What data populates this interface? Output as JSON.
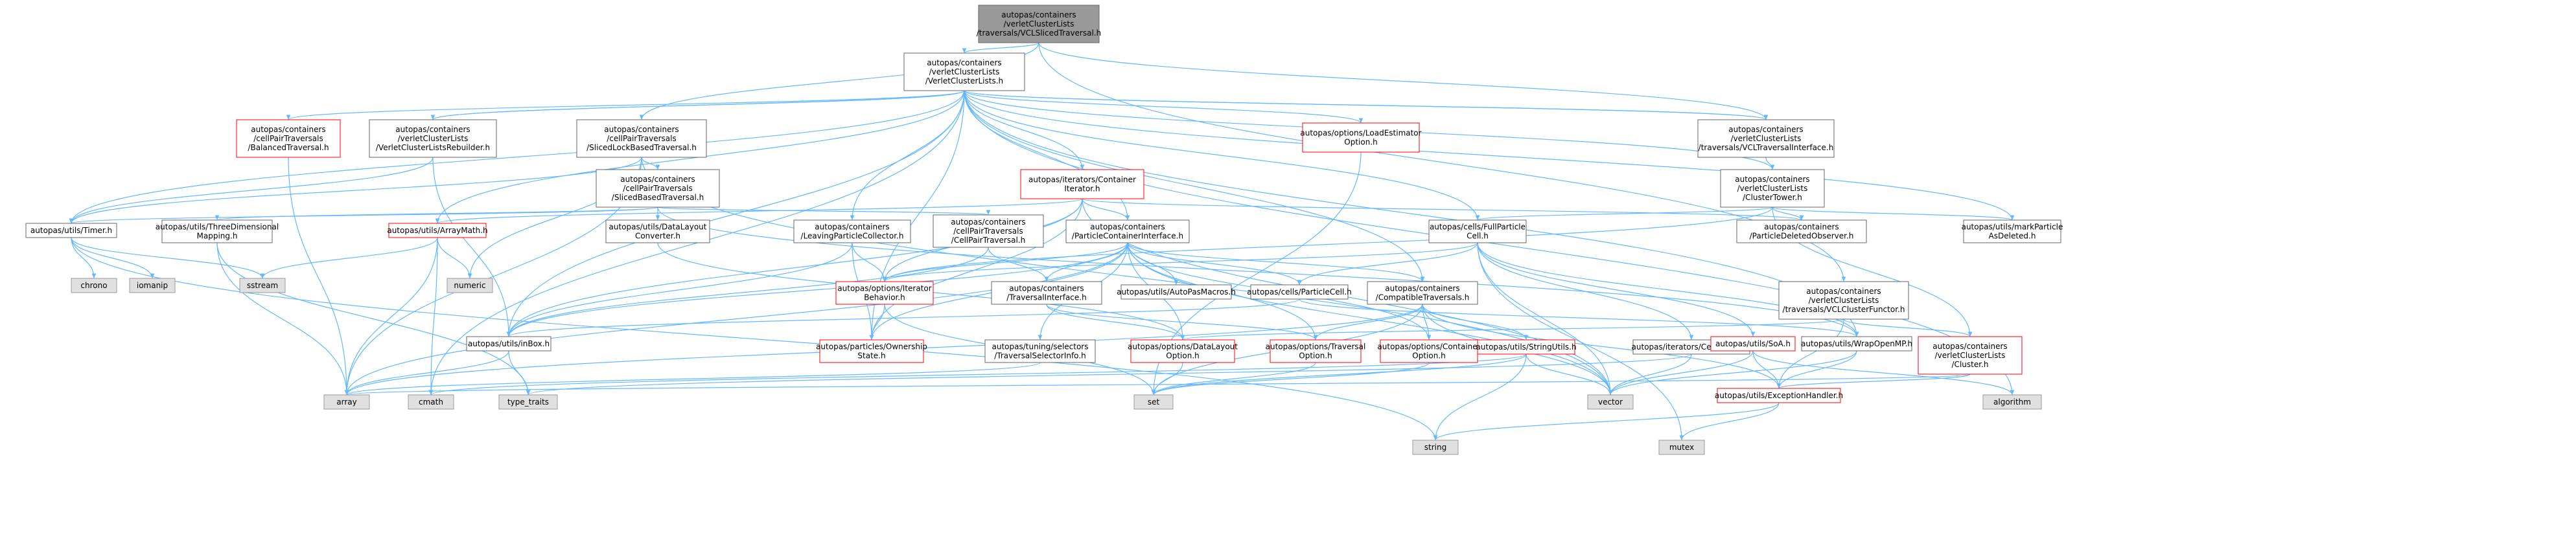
{
  "colors": {
    "edge": "#63b8ff",
    "normal_border": "#666666",
    "normal_fill": "#ffffff",
    "red_border": "#ff0000",
    "root_fill": "#999999",
    "system_fill": "#e0e0e0",
    "system_border": "#999999",
    "text": "#000000",
    "red_text": "#b22222"
  },
  "graph": {
    "root": "vcl_sliced",
    "nodes": [
      {
        "id": "vcl_sliced",
        "type": "root",
        "lines": [
          "autopas/containers",
          "/verletClusterLists",
          "/traversals/VCLSlicedTraversal.h"
        ]
      },
      {
        "id": "verlet_cluster_lists",
        "type": "normal",
        "lines": [
          "autopas/containers",
          "/verletClusterLists",
          "/VerletClusterLists.h"
        ]
      },
      {
        "id": "balanced_traversal",
        "type": "red",
        "lines": [
          "autopas/containers",
          "/cellPairTraversals",
          "/BalancedTraversal.h"
        ]
      },
      {
        "id": "vcl_rebuilder",
        "type": "normal",
        "lines": [
          "autopas/containers",
          "/verletClusterLists",
          "/VerletClusterListsRebuilder.h"
        ]
      },
      {
        "id": "sliced_lock_based",
        "type": "normal",
        "lines": [
          "autopas/containers",
          "/cellPairTraversals",
          "/SlicedLockBasedTraversal.h"
        ]
      },
      {
        "id": "load_estimator_option",
        "type": "red",
        "lines": [
          "autopas/options/LoadEstimator",
          "Option.h"
        ]
      },
      {
        "id": "vcl_traversal_interface",
        "type": "normal",
        "lines": [
          "autopas/containers",
          "/verletClusterLists",
          "/traversals/VCLTraversalInterface.h"
        ]
      },
      {
        "id": "sliced_based",
        "type": "normal",
        "lines": [
          "autopas/containers",
          "/cellPairTraversals",
          "/SlicedBasedTraversal.h"
        ]
      },
      {
        "id": "container_iterator",
        "type": "red",
        "lines": [
          "autopas/iterators/Container",
          "Iterator.h"
        ]
      },
      {
        "id": "cluster_tower",
        "type": "normal",
        "lines": [
          "autopas/containers",
          "/verletClusterLists",
          "/ClusterTower.h"
        ]
      },
      {
        "id": "timer",
        "type": "normal",
        "lines": [
          "autopas/utils/Timer.h"
        ]
      },
      {
        "id": "three_dim_mapping",
        "type": "normal",
        "lines": [
          "autopas/utils/ThreeDimensional",
          "Mapping.h"
        ]
      },
      {
        "id": "array_math",
        "type": "red",
        "lines": [
          "autopas/utils/ArrayMath.h"
        ]
      },
      {
        "id": "data_layout_converter",
        "type": "normal",
        "lines": [
          "autopas/utils/DataLayout",
          "Converter.h"
        ]
      },
      {
        "id": "leaving_particle_collector",
        "type": "normal",
        "lines": [
          "autopas/containers",
          "/LeavingParticleCollector.h"
        ]
      },
      {
        "id": "cell_pair_traversal",
        "type": "normal",
        "lines": [
          "autopas/containers",
          "/cellPairTraversals",
          "/CellPairTraversal.h"
        ]
      },
      {
        "id": "particle_container_interface",
        "type": "normal",
        "lines": [
          "autopas/containers",
          "/ParticleContainerInterface.h"
        ]
      },
      {
        "id": "full_particle_cell",
        "type": "normal",
        "lines": [
          "autopas/cells/FullParticle",
          "Cell.h"
        ]
      },
      {
        "id": "particle_deleted_observer",
        "type": "normal",
        "lines": [
          "autopas/containers",
          "/ParticleDeletedObserver.h"
        ]
      },
      {
        "id": "mark_particle_as_deleted",
        "type": "normal",
        "lines": [
          "autopas/utils/markParticle",
          "AsDeleted.h"
        ]
      },
      {
        "id": "iterator_behavior",
        "type": "red",
        "lines": [
          "autopas/options/Iterator",
          "Behavior.h"
        ]
      },
      {
        "id": "traversal_interface",
        "type": "normal",
        "lines": [
          "autopas/containers",
          "/TraversalInterface.h"
        ]
      },
      {
        "id": "autopas_macros",
        "type": "normal",
        "lines": [
          "autopas/utils/AutoPasMacros.h"
        ]
      },
      {
        "id": "particle_cell",
        "type": "normal",
        "lines": [
          "autopas/cells/ParticleCell.h"
        ]
      },
      {
        "id": "compatible_traversals",
        "type": "normal",
        "lines": [
          "autopas/containers",
          "/CompatibleTraversals.h"
        ]
      },
      {
        "id": "vcl_cluster_functor",
        "type": "normal",
        "lines": [
          "autopas/containers",
          "/verletClusterLists",
          "/traversals/VCLClusterFunctor.h"
        ]
      },
      {
        "id": "in_box",
        "type": "normal",
        "lines": [
          "autopas/utils/inBox.h"
        ]
      },
      {
        "id": "ownership_state",
        "type": "red",
        "lines": [
          "autopas/particles/Ownership",
          "State.h"
        ]
      },
      {
        "id": "traversal_selector_info",
        "type": "normal",
        "lines": [
          "autopas/tuning/selectors",
          "/TraversalSelectorInfo.h"
        ]
      },
      {
        "id": "data_layout_option",
        "type": "red",
        "lines": [
          "autopas/options/DataLayout",
          "Option.h"
        ]
      },
      {
        "id": "traversal_option",
        "type": "red",
        "lines": [
          "autopas/options/Traversal",
          "Option.h"
        ]
      },
      {
        "id": "container_option",
        "type": "red",
        "lines": [
          "autopas/options/Container",
          "Option.h"
        ]
      },
      {
        "id": "string_utils",
        "type": "red",
        "lines": [
          "autopas/utils/StringUtils.h"
        ]
      },
      {
        "id": "cell_iterator",
        "type": "normal",
        "lines": [
          "autopas/iterators/CellIterator.h"
        ]
      },
      {
        "id": "soa",
        "type": "red",
        "lines": [
          "autopas/utils/SoA.h"
        ]
      },
      {
        "id": "wrap_openmp",
        "type": "normal",
        "lines": [
          "autopas/utils/WrapOpenMP.h"
        ]
      },
      {
        "id": "cluster",
        "type": "red",
        "lines": [
          "autopas/containers",
          "/verletClusterLists",
          "/Cluster.h"
        ]
      },
      {
        "id": "exception_handler",
        "type": "red",
        "lines": [
          "autopas/utils/ExceptionHandler.h"
        ]
      },
      {
        "id": "chrono",
        "type": "system",
        "lines": [
          "chrono"
        ]
      },
      {
        "id": "iomanip",
        "type": "system",
        "lines": [
          "iomanip"
        ]
      },
      {
        "id": "sstream",
        "type": "system",
        "lines": [
          "sstream"
        ]
      },
      {
        "id": "numeric",
        "type": "system",
        "lines": [
          "numeric"
        ]
      },
      {
        "id": "array",
        "type": "system",
        "lines": [
          "array"
        ]
      },
      {
        "id": "cmath",
        "type": "system",
        "lines": [
          "cmath"
        ]
      },
      {
        "id": "type_traits",
        "type": "system",
        "lines": [
          "type_traits"
        ]
      },
      {
        "id": "set",
        "type": "system",
        "lines": [
          "set"
        ]
      },
      {
        "id": "vector",
        "type": "system",
        "lines": [
          "vector"
        ]
      },
      {
        "id": "algorithm",
        "type": "system",
        "lines": [
          "algorithm"
        ]
      },
      {
        "id": "string",
        "type": "system",
        "lines": [
          "string"
        ]
      },
      {
        "id": "mutex",
        "type": "system",
        "lines": [
          "mutex"
        ]
      }
    ],
    "edges": [
      [
        "vcl_sliced",
        "verlet_cluster_lists"
      ],
      [
        "vcl_sliced",
        "sliced_lock_based"
      ],
      [
        "vcl_sliced",
        "vcl_traversal_interface"
      ],
      [
        "vcl_sliced",
        "vcl_cluster_functor"
      ],
      [
        "verlet_cluster_lists",
        "balanced_traversal"
      ],
      [
        "verlet_cluster_lists",
        "vcl_rebuilder"
      ],
      [
        "verlet_cluster_lists",
        "load_estimator_option"
      ],
      [
        "verlet_cluster_lists",
        "vcl_traversal_interface"
      ],
      [
        "verlet_cluster_lists",
        "container_iterator"
      ],
      [
        "verlet_cluster_lists",
        "cluster_tower"
      ],
      [
        "verlet_cluster_lists",
        "timer"
      ],
      [
        "verlet_cluster_lists",
        "array_math"
      ],
      [
        "verlet_cluster_lists",
        "particle_container_interface"
      ],
      [
        "verlet_cluster_lists",
        "full_particle_cell"
      ],
      [
        "verlet_cluster_lists",
        "mark_particle_as_deleted"
      ],
      [
        "verlet_cluster_lists",
        "compatible_traversals"
      ],
      [
        "verlet_cluster_lists",
        "leaving_particle_collector"
      ],
      [
        "verlet_cluster_lists",
        "in_box"
      ],
      [
        "verlet_cluster_lists",
        "ownership_state"
      ],
      [
        "verlet_cluster_lists",
        "wrap_openmp"
      ],
      [
        "verlet_cluster_lists",
        "algorithm"
      ],
      [
        "verlet_cluster_lists",
        "cmath"
      ],
      [
        "balanced_traversal",
        "array"
      ],
      [
        "vcl_rebuilder",
        "timer"
      ],
      [
        "vcl_rebuilder",
        "in_box"
      ],
      [
        "vcl_rebuilder",
        "verlet_cluster_lists"
      ],
      [
        "sliced_lock_based",
        "sliced_based"
      ],
      [
        "sliced_lock_based",
        "timer"
      ],
      [
        "sliced_lock_based",
        "vector"
      ],
      [
        "sliced_lock_based",
        "numeric"
      ],
      [
        "sliced_lock_based",
        "array"
      ],
      [
        "load_estimator_option",
        "set"
      ],
      [
        "vcl_traversal_interface",
        "cluster_tower"
      ],
      [
        "vcl_traversal_interface",
        "verlet_cluster_lists"
      ],
      [
        "sliced_based",
        "cell_pair_traversal"
      ],
      [
        "sliced_based",
        "three_dim_mapping"
      ],
      [
        "sliced_based",
        "data_layout_converter"
      ],
      [
        "sliced_based",
        "timer"
      ],
      [
        "sliced_based",
        "wrap_openmp"
      ],
      [
        "container_iterator",
        "particle_container_interface"
      ],
      [
        "container_iterator",
        "array_math"
      ],
      [
        "container_iterator",
        "iterator_behavior"
      ],
      [
        "container_iterator",
        "in_box"
      ],
      [
        "container_iterator",
        "ownership_state"
      ],
      [
        "container_iterator",
        "vector"
      ],
      [
        "container_iterator",
        "particle_deleted_observer"
      ],
      [
        "cluster_tower",
        "full_particle_cell"
      ],
      [
        "cluster_tower",
        "cluster"
      ],
      [
        "cluster_tower",
        "particle_deleted_observer"
      ],
      [
        "cluster_tower",
        "mark_particle_as_deleted"
      ],
      [
        "cluster_tower",
        "iterator_behavior"
      ],
      [
        "timer",
        "chrono"
      ],
      [
        "timer",
        "iomanip"
      ],
      [
        "timer",
        "sstream"
      ],
      [
        "timer",
        "string"
      ],
      [
        "three_dim_mapping",
        "array"
      ],
      [
        "three_dim_mapping",
        "type_traits"
      ],
      [
        "array_math",
        "array"
      ],
      [
        "array_math",
        "cmath"
      ],
      [
        "array_math",
        "numeric"
      ],
      [
        "array_math",
        "sstream"
      ],
      [
        "data_layout_converter",
        "data_layout_option"
      ],
      [
        "leaving_particle_collector",
        "iterator_behavior"
      ],
      [
        "leaving_particle_collector",
        "in_box"
      ],
      [
        "leaving_particle_collector",
        "ownership_state"
      ],
      [
        "cell_pair_traversal",
        "traversal_interface"
      ],
      [
        "cell_pair_traversal",
        "in_box"
      ],
      [
        "particle_container_interface",
        "iterator_behavior"
      ],
      [
        "particle_container_interface",
        "traversal_interface"
      ],
      [
        "particle_container_interface",
        "autopas_macros"
      ],
      [
        "particle_container_interface",
        "particle_cell"
      ],
      [
        "particle_container_interface",
        "compatible_traversals"
      ],
      [
        "particle_container_interface",
        "in_box"
      ],
      [
        "particle_container_interface",
        "ownership_state"
      ],
      [
        "particle_container_interface",
        "traversal_selector_info"
      ],
      [
        "particle_container_interface",
        "container_option"
      ],
      [
        "particle_container_interface",
        "traversal_option"
      ],
      [
        "particle_container_interface",
        "data_layout_option"
      ],
      [
        "particle_container_interface",
        "array"
      ],
      [
        "particle_container_interface",
        "vector"
      ],
      [
        "full_particle_cell",
        "particle_cell"
      ],
      [
        "full_particle_cell",
        "cell_iterator"
      ],
      [
        "full_particle_cell",
        "soa"
      ],
      [
        "full_particle_cell",
        "wrap_openmp"
      ],
      [
        "full_particle_cell",
        "iterator_behavior"
      ],
      [
        "full_particle_cell",
        "vector"
      ],
      [
        "full_particle_cell",
        "mutex"
      ],
      [
        "iterator_behavior",
        "ownership_state"
      ],
      [
        "iterator_behavior",
        "set"
      ],
      [
        "traversal_interface",
        "traversal_option"
      ],
      [
        "traversal_interface",
        "data_layout_option"
      ],
      [
        "particle_cell",
        "in_box"
      ],
      [
        "particle_cell",
        "wrap_openmp"
      ],
      [
        "compatible_traversals",
        "container_option"
      ],
      [
        "compatible_traversals",
        "traversal_option"
      ],
      [
        "compatible_traversals",
        "string_utils"
      ],
      [
        "compatible_traversals",
        "set"
      ],
      [
        "compatible_traversals",
        "vector"
      ],
      [
        "compatible_traversals",
        "exception_handler"
      ],
      [
        "compatible_traversals",
        "array"
      ],
      [
        "vcl_cluster_functor",
        "cluster"
      ],
      [
        "vcl_cluster_functor",
        "exception_handler"
      ],
      [
        "vcl_cluster_functor",
        "data_layout_option"
      ],
      [
        "in_box",
        "array"
      ],
      [
        "in_box",
        "type_traits"
      ],
      [
        "traversal_selector_info",
        "array"
      ],
      [
        "data_layout_option",
        "set"
      ],
      [
        "traversal_option",
        "set"
      ],
      [
        "container_option",
        "set"
      ],
      [
        "string_utils",
        "set"
      ],
      [
        "string_utils",
        "vector"
      ],
      [
        "string_utils",
        "string"
      ],
      [
        "string_utils",
        "cmath"
      ],
      [
        "cell_iterator",
        "vector"
      ],
      [
        "cell_iterator",
        "type_traits"
      ],
      [
        "soa",
        "vector"
      ],
      [
        "soa",
        "exception_handler"
      ],
      [
        "soa",
        "algorithm"
      ],
      [
        "wrap_openmp",
        "vector"
      ],
      [
        "wrap_openmp",
        "exception_handler"
      ],
      [
        "cluster",
        "exception_handler"
      ],
      [
        "cluster",
        "array"
      ],
      [
        "exception_handler",
        "string"
      ],
      [
        "exception_handler",
        "mutex"
      ]
    ]
  }
}
